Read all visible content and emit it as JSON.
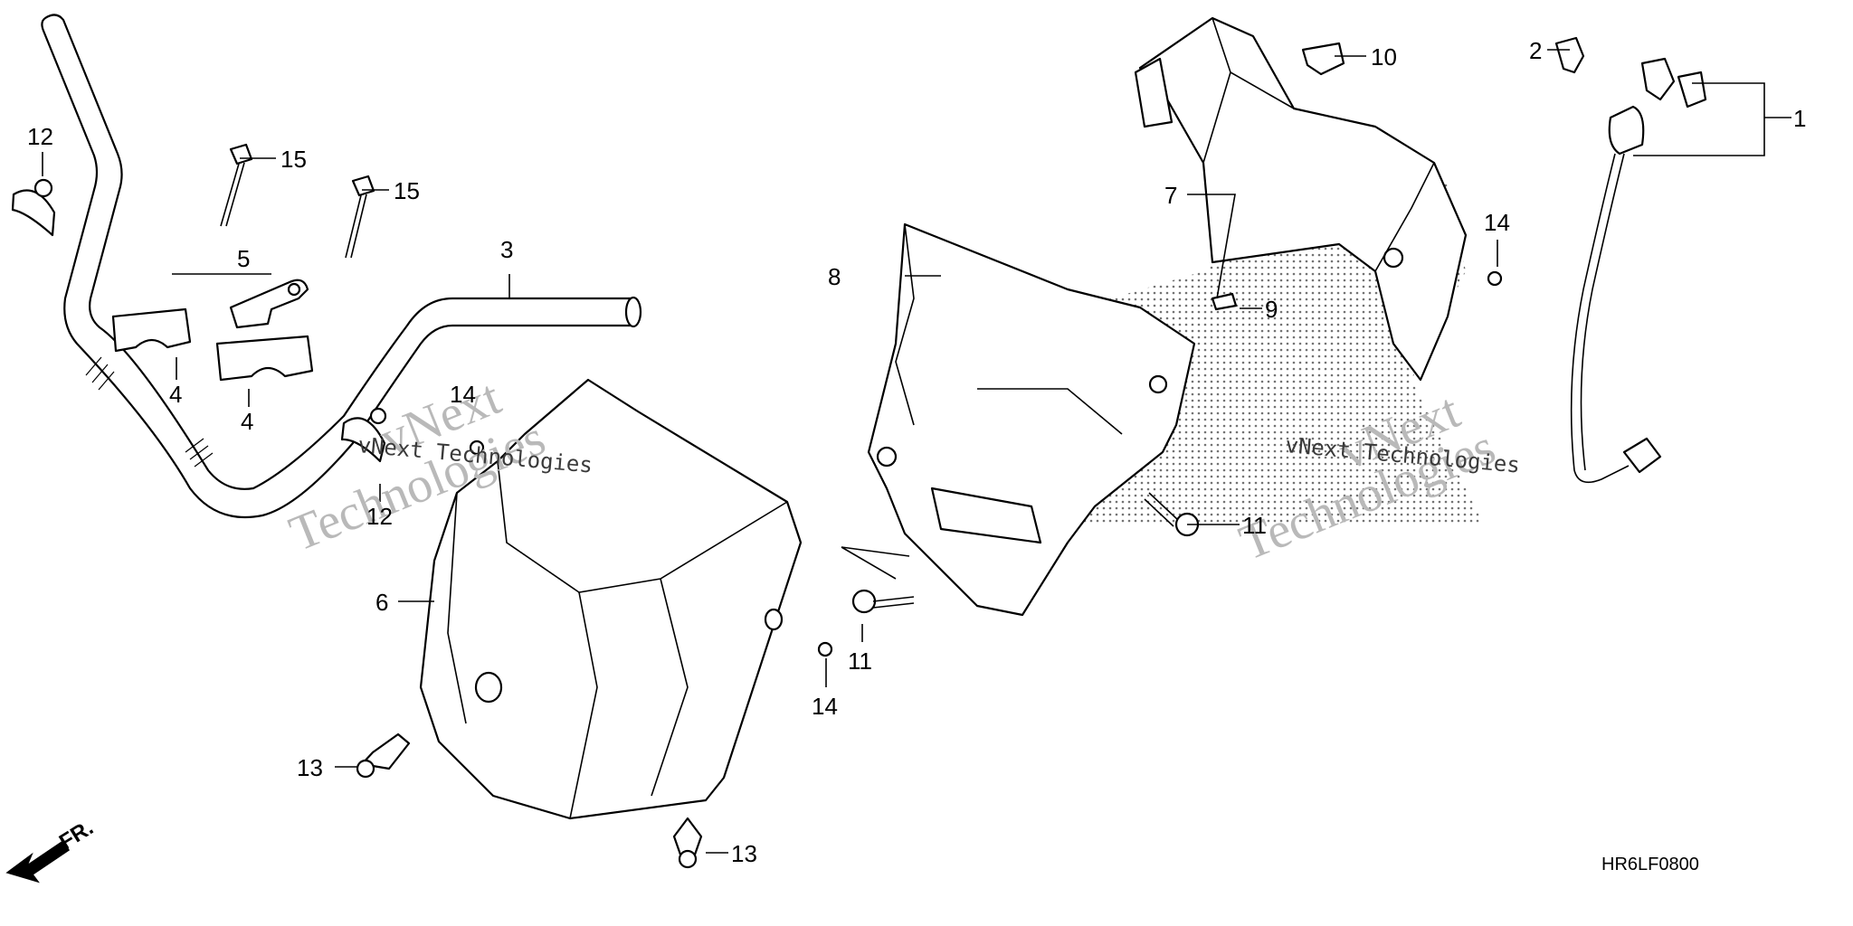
{
  "part_code": "HR6LF0800",
  "front_indicator": "FR.",
  "watermarks": [
    {
      "text": "vNext"
    },
    {
      "text": "Technologies"
    },
    {
      "text": "vNext Technologies"
    },
    {
      "text": "vNext"
    },
    {
      "text": "Technologies"
    },
    {
      "text": "vNext Technologies"
    }
  ],
  "callouts": {
    "c1": "1",
    "c2": "2",
    "c3": "3",
    "c4a": "4",
    "c4b": "4",
    "c5": "5",
    "c6": "6",
    "c7": "7",
    "c8": "8",
    "c9": "9",
    "c10": "10",
    "c11a": "11",
    "c11b": "11",
    "c12a": "12",
    "c12b": "12",
    "c13a": "13",
    "c13b": "13",
    "c14a": "14",
    "c14b": "14",
    "c14c": "14",
    "c15a": "15",
    "c15b": "15"
  },
  "colors": {
    "line": "#000000",
    "watermark": "#b9b9b9",
    "background": "#ffffff"
  }
}
